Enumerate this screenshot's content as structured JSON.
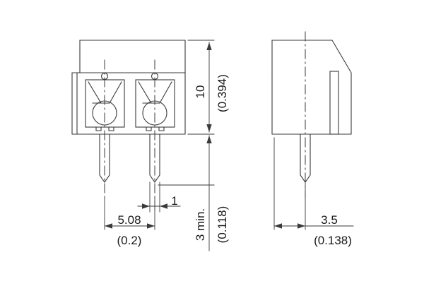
{
  "drawing": {
    "title": "PCB terminal block 2-pole technical drawing",
    "background_color": "#ffffff",
    "line_color": "#3a3a3a",
    "text_color": "#1a1a1a",
    "views": [
      {
        "name": "front-view",
        "poles": 2
      },
      {
        "name": "side-view",
        "poles": 1
      }
    ],
    "dimensions": {
      "body_height_mm": "10",
      "body_height_in": "(0.394)",
      "pitch_mm": "5.08",
      "pitch_in": "(0.2)",
      "pin_thickness_mm": "1",
      "pin_protrusion_mm": "3 min.",
      "pin_protrusion_in": "(0.118)",
      "side_pin_offset_mm": "3.5",
      "side_pin_offset_in": "(0.138)"
    }
  }
}
